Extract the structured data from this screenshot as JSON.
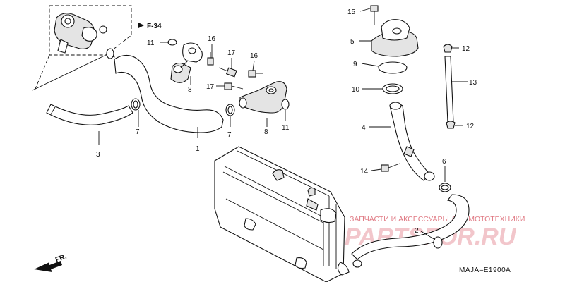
{
  "diagram": {
    "reference": "F-34",
    "code": "MAJA–E1900A",
    "front_label": "FR.",
    "callouts": {
      "c1": "1",
      "c2": "2",
      "c3": "3",
      "c4": "4",
      "c5": "5",
      "c6": "6",
      "c7a": "7",
      "c7b": "7",
      "c8a": "8",
      "c8b": "8",
      "c9": "9",
      "c10": "10",
      "c11a": "11",
      "c11b": "11",
      "c12a": "12",
      "c12b": "12",
      "c13": "13",
      "c14": "14",
      "c15": "15",
      "c16a": "16",
      "c16b": "16",
      "c17a": "17",
      "c17b": "17"
    }
  },
  "watermark": {
    "tagline": "ЗАПЧАСТИ И АКСЕССУАРЫ ДЛЯ МОТОТЕХНИКИ",
    "logo": "PARTSFOR.RU",
    "accent_color": "#e07a84"
  }
}
